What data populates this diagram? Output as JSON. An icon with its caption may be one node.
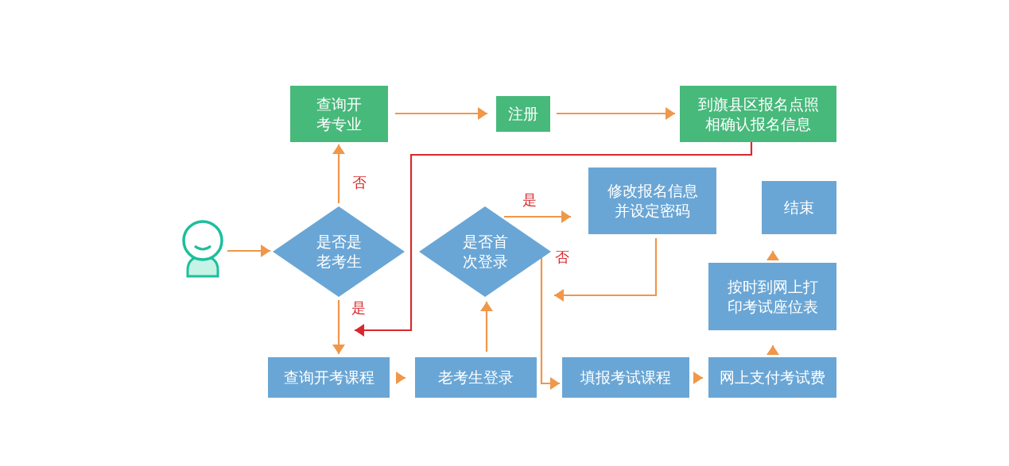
{
  "diagram": {
    "nodes": [
      {
        "text": [],
        "shape": "person"
      },
      {
        "text": [
          "是否是老考生"
        ]
      },
      {
        "text": [
          "查询开考专业"
        ]
      },
      {
        "text": [
          "注册"
        ]
      },
      {
        "text": [
          "到旗县区报名点照相确认报名信息"
        ]
      },
      {
        "text": [
          "是否首次登录"
        ]
      },
      {
        "text": [
          "修改报名信息并设定密码"
        ]
      },
      {
        "text": [
          "结束"
        ]
      },
      {
        "text": [
          "按时到网上打印考试座位表"
        ]
      },
      {
        "text": [
          "查询开考课程"
        ]
      },
      {
        "text": [
          "老考生登录"
        ]
      },
      {
        "text": [
          "填报考试课程"
        ]
      },
      {
        "text": [
          "网上支付考试费"
        ]
      }
    ],
    "edges": [
      {
        "from": 0,
        "to": 1,
        "arrow": "to"
      },
      {
        "from": 1,
        "to": 2,
        "arrow": "to",
        "label": "否"
      },
      {
        "from": 2,
        "to": 3,
        "arrow": "to"
      },
      {
        "from": 3,
        "to": 4,
        "arrow": "to"
      },
      {
        "from": 4,
        "to": 9,
        "arrow": "to",
        "color": "#d9282c"
      },
      {
        "from": 1,
        "to": 9,
        "arrow": "to",
        "label": "是"
      },
      {
        "from": 9,
        "to": 10,
        "arrow": "to"
      },
      {
        "from": 10,
        "to": 5,
        "arrow": "to"
      },
      {
        "from": 5,
        "to": 6,
        "arrow": "to",
        "label": "是"
      },
      {
        "from": 6,
        "to": 5,
        "arrow": "to"
      },
      {
        "from": 5,
        "to": 11,
        "arrow": "to",
        "label": "否"
      },
      {
        "from": 11,
        "to": 12,
        "arrow": "to"
      },
      {
        "from": 12,
        "to": 8,
        "arrow": "to"
      },
      {
        "from": 8,
        "to": 7,
        "arrow": "to"
      }
    ]
  }
}
